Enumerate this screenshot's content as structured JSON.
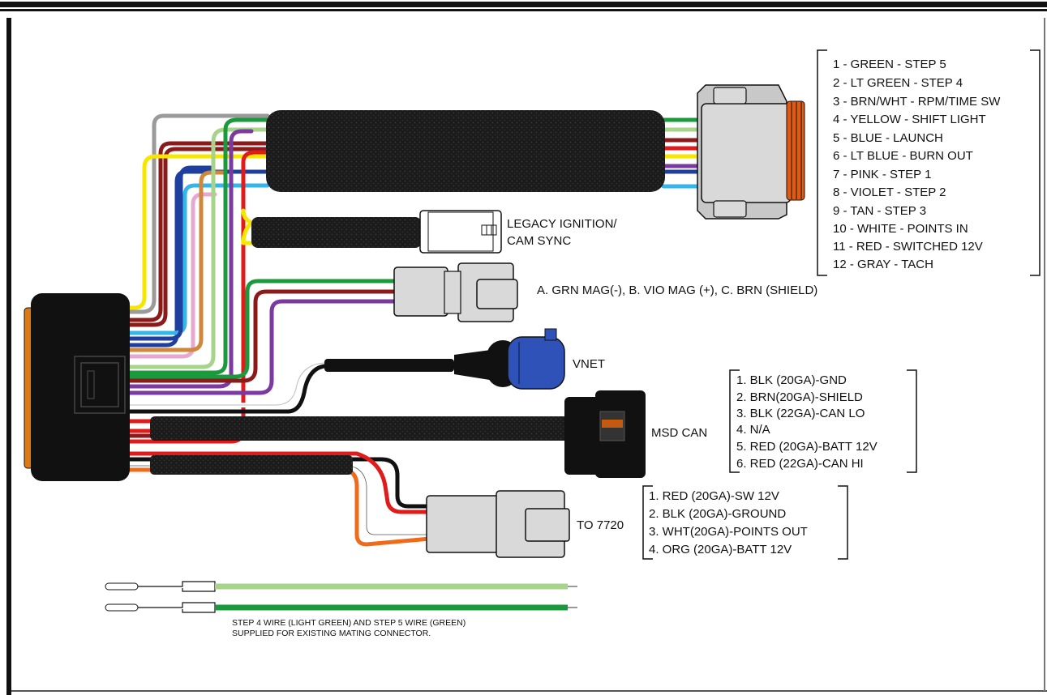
{
  "connector_12pin": {
    "pins": [
      "1 - GREEN - STEP 5",
      "2 - LT GREEN - STEP 4",
      "3 - BRN/WHT - RPM/TIME SW",
      "4 - YELLOW - SHIFT LIGHT",
      "5 - BLUE - LAUNCH",
      "6 - LT BLUE - BURN OUT",
      "7 - PINK - STEP 1",
      "8 - VIOLET - STEP 2",
      "9 - TAN - STEP 3",
      "10 - WHITE  - POINTS IN",
      "11 - RED - SWITCHED 12V",
      "12 - GRAY - TACH"
    ]
  },
  "legacy": {
    "line1": "LEGACY IGNITION/",
    "line2": "CAM SYNC"
  },
  "mag": {
    "label": "A. GRN MAG(-), B. VIO MAG (+), C. BRN (SHIELD)"
  },
  "vnet": {
    "label": "VNET"
  },
  "msd_can": {
    "label": "MSD CAN",
    "pins": [
      "1. BLK (20GA)-GND",
      "2. BRN(20GA)-SHIELD",
      "3. BLK (22GA)-CAN LO",
      "4. N/A",
      "5. RED (20GA)-BATT 12V",
      "6. RED (22GA)-CAN HI"
    ]
  },
  "to_7720": {
    "label": "TO 7720",
    "pins": [
      "1. RED (20GA)-SW 12V",
      "2. BLK (20GA)-GROUND",
      "3. WHT(20GA)-POINTS OUT",
      "4. ORG (20GA)-BATT 12V"
    ]
  },
  "note": {
    "line1": "STEP 4 WIRE (LIGHT GREEN) AND STEP 5 WIRE (GREEN)",
    "line2": "SUPPLIED FOR EXISTING MATING CONNECTOR."
  },
  "colors": {
    "green": "#1a9a3c",
    "lt_green": "#a6d48a",
    "brown": "#8b1a1a",
    "yellow": "#f6e600",
    "blue": "#1f3f9e",
    "lt_blue": "#35b6ea",
    "pink": "#e6a8cf",
    "violet": "#7a3aa0",
    "tan": "#d0873a",
    "white": "#ffffff",
    "red": "#e11b1b",
    "gray": "#9a9a9a",
    "black": "#111111",
    "orange": "#f06a1a",
    "connector_gray": "#d9d9d9",
    "module_orange": "#e07a10"
  }
}
